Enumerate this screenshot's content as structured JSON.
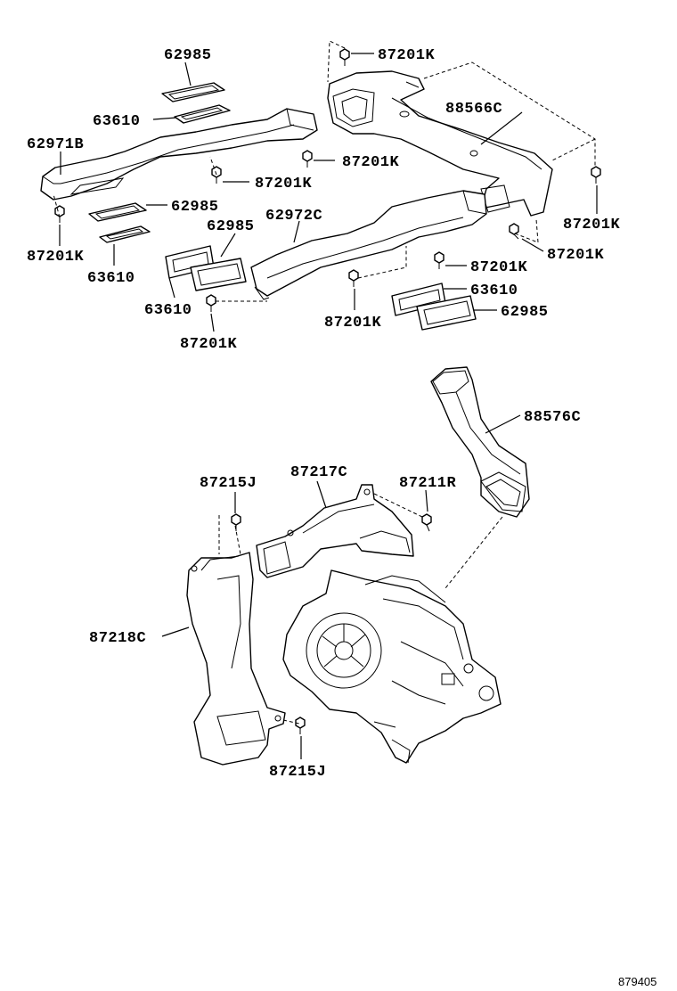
{
  "labels": {
    "p62985_a": "62985",
    "p63610_a": "63610",
    "p62971b": "62971B",
    "p87201k_top": "87201K",
    "p88566c": "88566C",
    "p87201k_mid": "87201K",
    "p87201k_b": "87201K",
    "p62985_b": "62985",
    "p87201k_left": "87201K",
    "p63610_b": "63610",
    "p62985_c": "62985",
    "p62972c": "62972C",
    "p87201k_right": "87201K",
    "p87201k_r2": "87201K",
    "p87201k_c": "87201K",
    "p63610_c": "63610",
    "p87201k_d": "87201K",
    "p63610_d": "63610",
    "p62985_d": "62985",
    "p87201k_e": "87201K",
    "p88576c": "88576C",
    "p87215j_a": "87215J",
    "p87217c": "87217C",
    "p87211r": "87211R",
    "p87218c": "87218C",
    "p87215j_b": "87215J"
  },
  "diagram_code": "879405"
}
